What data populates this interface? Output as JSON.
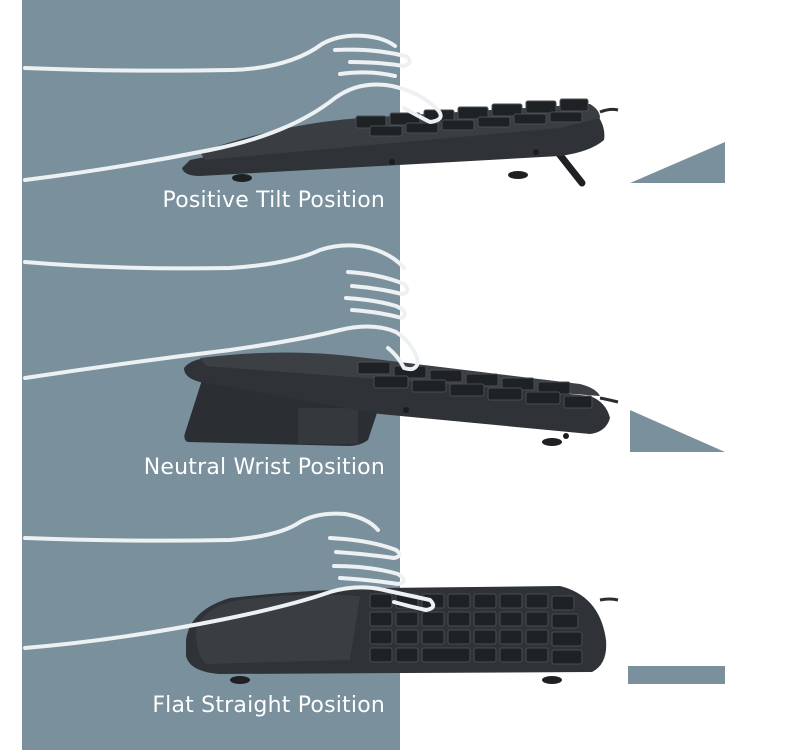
{
  "colors": {
    "panel": "#7a919d",
    "background": "#ffffff",
    "keyboard": "#2f3236",
    "keyboard_top": "#3c4045",
    "keys": "#1f2225",
    "key_edge": "#4a4e54",
    "hand_outline": "#eef1f3",
    "label_text": "#ffffff"
  },
  "positions": [
    {
      "label": "Positive Tilt Position",
      "angle_indicator": "tilt-wedge-icon"
    },
    {
      "label": "Neutral Wrist Position",
      "angle_indicator": "neutral-wedge-icon"
    },
    {
      "label": "Flat Straight Position",
      "angle_indicator": "flat-bar-icon"
    }
  ]
}
